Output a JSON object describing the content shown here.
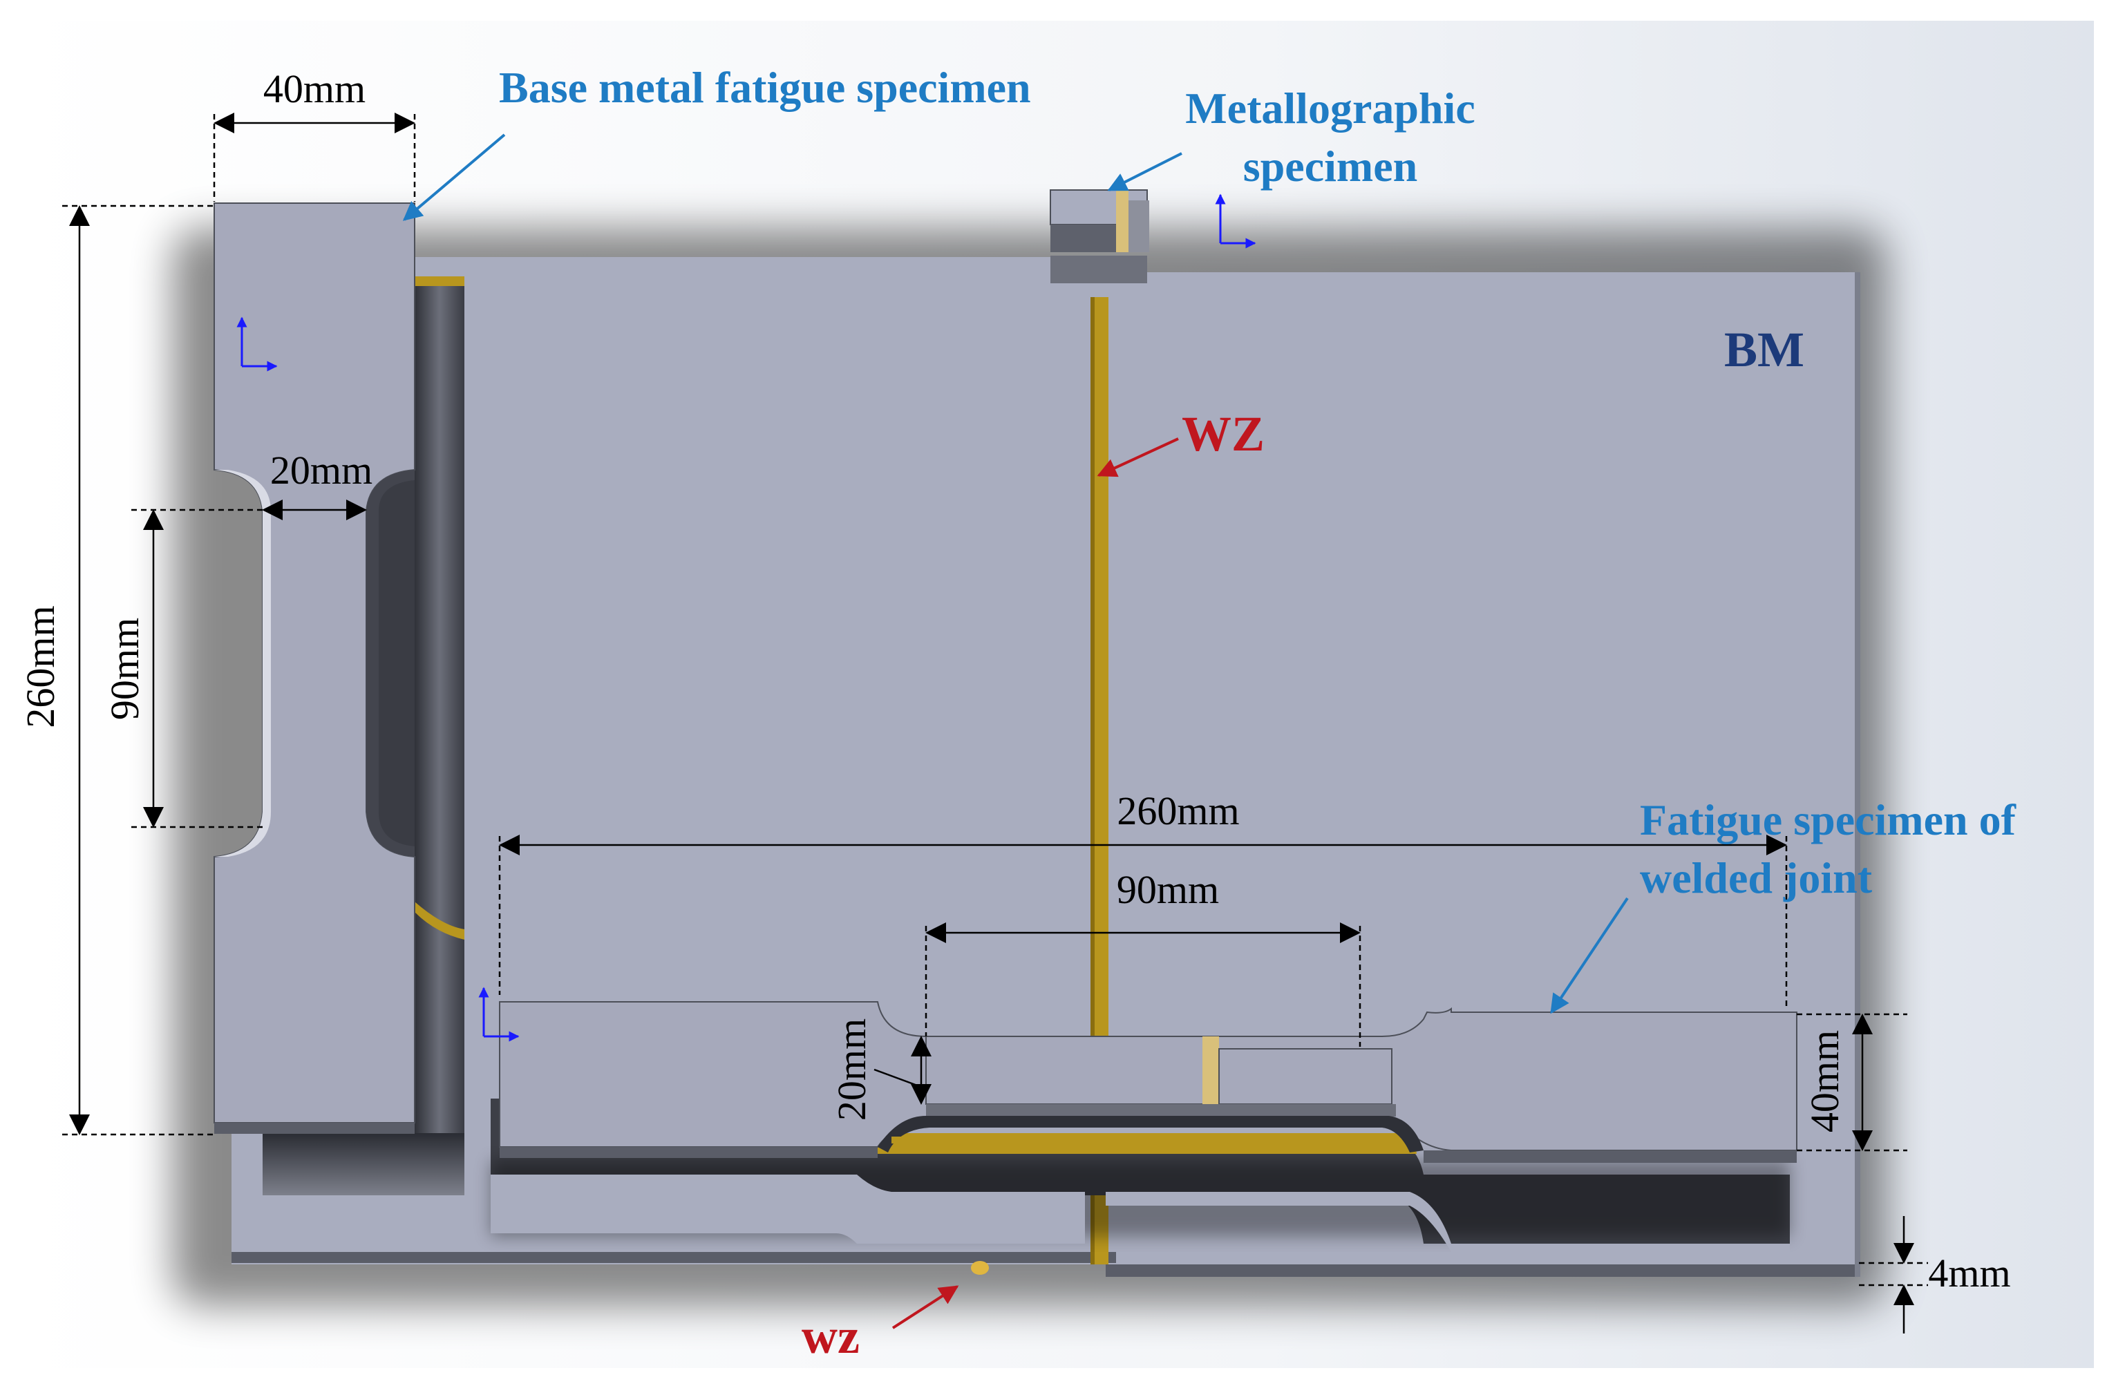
{
  "labels": {
    "base_metal_specimen": "Base metal fatigue specimen",
    "metallographic_line1": "Metallographic",
    "metallographic_line2": "specimen",
    "welded_joint_line1": "Fatigue specimen of",
    "welded_joint_line2": "welded joint",
    "bm": "BM",
    "wz_top": "WZ",
    "wz_bottom": "wz"
  },
  "dimensions": {
    "width_40_top": "40mm",
    "height_260_left": "260mm",
    "gauge_20_left": "20mm",
    "gauge_90_left": "90mm",
    "length_260_bottom": "260mm",
    "gauge_90_bottom": "90mm",
    "gauge_20_bottom": "20mm",
    "width_40_right": "40mm",
    "thickness_4": "4mm"
  },
  "colors": {
    "plate": "#a9adbf",
    "plate_edge": "#5a5d68",
    "weld": "#b8961e",
    "label_blue": "#1f7cc4",
    "bm_navy": "#1c3a7a",
    "wz_red": "#c0161e",
    "coord_blue": "#1a1aff"
  }
}
